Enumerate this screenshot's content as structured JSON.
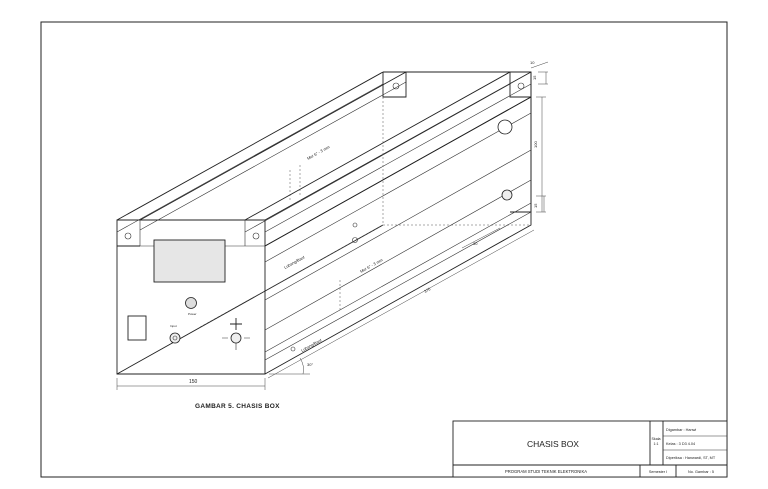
{
  "drawing": {
    "caption": "GAMBAR 5.  CHASIS BOX",
    "dimensions": {
      "d10": "10",
      "d15": "15",
      "d100": "100",
      "d150": "150",
      "d30": "30",
      "d370": "370",
      "angle": "30°",
      "side_15": "15"
    },
    "annotations": {
      "hole_top": "Mur 6\" - 3 mm",
      "hole_mid": "Mur 6\" - 3 mm",
      "label_left": "Lubang/Baut",
      "label_bottom": "Lubang/Baut",
      "knob_label": "Power",
      "jack_label": "Input"
    }
  },
  "title_block": {
    "title": "CHASIS BOX",
    "scale_label": "Skala",
    "scale_value": "1:1",
    "drawn_by": "Digambar : Hanwi",
    "class": "Kelas       : 3 D3 4.04",
    "checked_by": "Diperiksa : Hanwardi, ST, MT",
    "program": "PROGRAM STUDI TEKNIK ELEKTRONIKA",
    "semester": "Semester I",
    "drawing_no": "No. Gambar : 5"
  }
}
